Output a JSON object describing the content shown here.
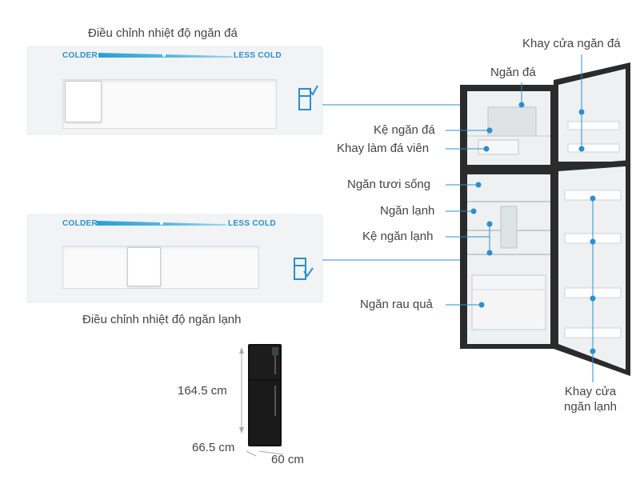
{
  "freezer_control": {
    "title": "Điều chỉnh nhiệt độ ngăn đá",
    "colder": "COLDER",
    "less_cold": "LESS COLD"
  },
  "fridge_control": {
    "title": "Điều chỉnh nhiệt độ ngăn lạnh",
    "colder": "COLDER",
    "less_cold": "LESS COLD"
  },
  "callouts": {
    "freezer_door_tray": "Khay cửa ngăn đá",
    "freezer": "Ngăn đá",
    "freezer_shelf": "Kệ ngăn đá",
    "ice_tray": "Khay làm đá viên",
    "fresh_zone": "Ngăn tươi sống",
    "fridge": "Ngăn lạnh",
    "fridge_shelf": "Kệ ngăn lạnh",
    "crisper": "Ngăn rau quả",
    "fridge_door_tray_line1": "Khay cửa",
    "fridge_door_tray_line2": "ngăn lạnh"
  },
  "dimensions": {
    "height": "164.5 cm",
    "depth": "66.5 cm",
    "width": "60 cm"
  },
  "colors": {
    "accent_blue": "#2a8fcf",
    "fridge_body": "#2b2b2b"
  },
  "icons": {
    "freezer_icon": "fridge-check-icon",
    "fridge_icon": "fridge-check-icon"
  }
}
